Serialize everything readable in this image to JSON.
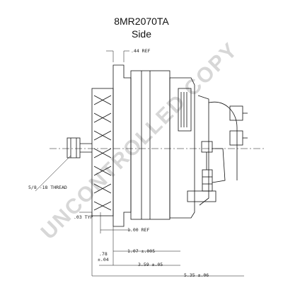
{
  "header": {
    "model": "8MR2070TA",
    "view": "Side"
  },
  "watermark": "UNCONTROLLED COPY",
  "dimensions": {
    "d_044": ".44 REF",
    "d_003": ".03 TYP",
    "d_100": "1.00 REF",
    "d_107": "1.07 ±.005",
    "d_359": "3.59 ±.05",
    "d_535": "5.35 ±.06",
    "d_078a": ".78",
    "d_078b": "±.04",
    "thread": "5/8 -18 THREAD"
  }
}
